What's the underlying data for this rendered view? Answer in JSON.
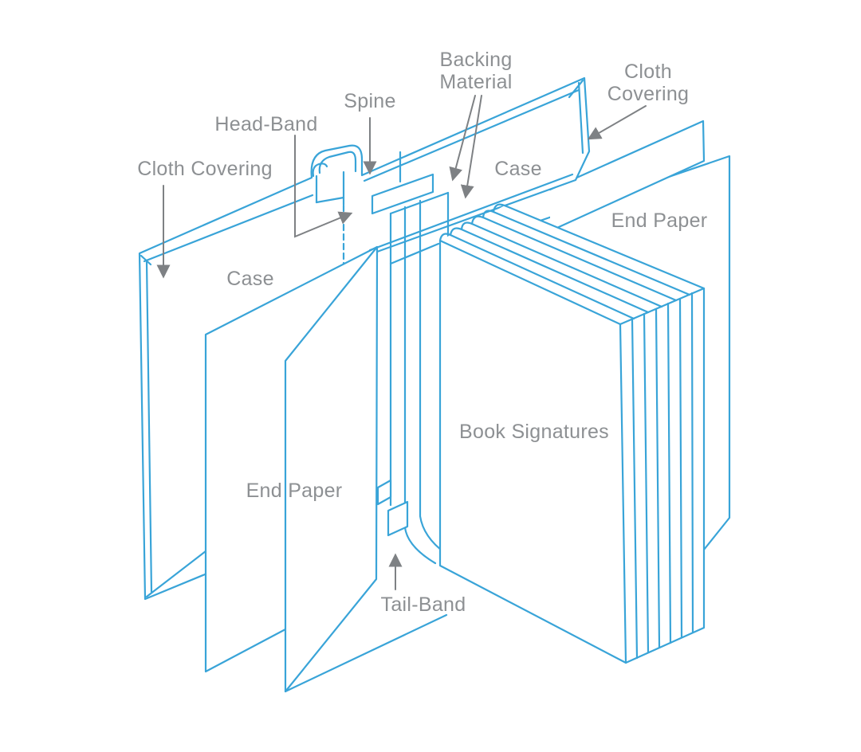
{
  "diagram": {
    "subject": "book binding anatomy",
    "background_color": "#ffffff",
    "line_color": "#39a4d8",
    "label_color": "#8d9093",
    "arrow_color": "#7e8184",
    "labels": {
      "cloth_covering_left": "Cloth Covering",
      "head_band": "Head-Band",
      "spine": "Spine",
      "backing_material": "Backing\nMaterial",
      "cloth_covering_right": "Cloth\nCovering",
      "case_right": "Case",
      "end_paper_right": "End Paper",
      "case_left": "Case",
      "end_paper_left": "End Paper",
      "book_signatures": "Book Signatures",
      "tail_band": "Tail-Band"
    }
  }
}
